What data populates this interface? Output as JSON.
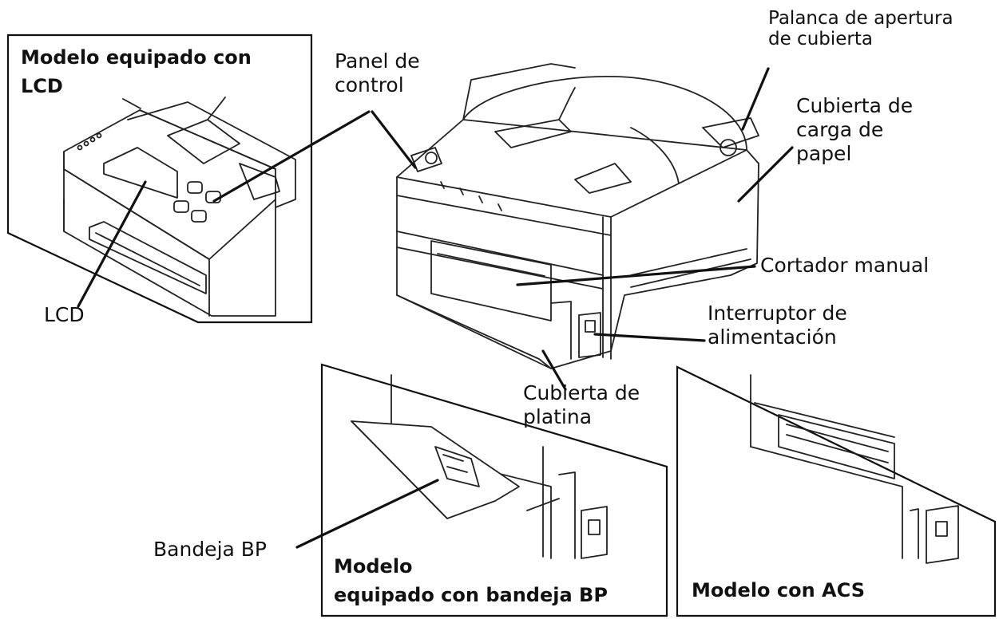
{
  "labels": {
    "lcd_model_title_1": "Modelo equipado con",
    "lcd_model_title_2": "LCD",
    "lcd": "LCD",
    "control_panel_1": "Panel de",
    "control_panel_2": "control",
    "cover_lever_1": "Palanca de apertura",
    "cover_lever_2": "de cubierta",
    "paper_cover_1": "Cubierta de",
    "paper_cover_2": "carga de",
    "paper_cover_3": "papel",
    "manual_cutter": "Cortador manual",
    "power_switch_1": "Interruptor de",
    "power_switch_2": "alimentación",
    "platen_cover_1": "Cubierta de",
    "platen_cover_2": "platina",
    "bp_tray": "Bandeja BP",
    "bp_model_title_1": "Modelo",
    "bp_model_title_2": "equipado con bandeja BP",
    "acs_model_title": "Modelo con ACS"
  }
}
